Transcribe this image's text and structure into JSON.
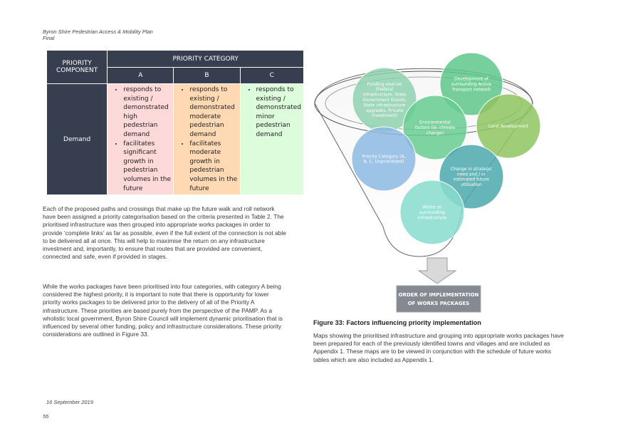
{
  "header": {
    "title": "Byron Shire Pedestrian Access & Mobility Plan",
    "subtitle": "Final"
  },
  "table": {
    "component_header": "PRIORITY COMPONENT",
    "category_header": "PRIORITY CATEGORY",
    "columns": [
      "A",
      "B",
      "C"
    ],
    "row_label": "Demand",
    "cells": {
      "A": [
        "responds to existing / demonstrated high pedestrian demand",
        "facilitates significant growth in pedestrian volumes in the future"
      ],
      "B": [
        "responds to existing / demonstrated moderate pedestrian demand",
        "facilitates moderate growth in pedestrian volumes in the future"
      ],
      "C": [
        "responds to existing / demonstrated minor pedestrian demand"
      ]
    },
    "colors": {
      "header": "#363e4f",
      "A": "#fdd9d9",
      "B": "#fed9b3",
      "C": "#dcfcdc"
    }
  },
  "body": {
    "p1": "Each of the proposed paths and crossings that make up the future walk and roll network have been assigned a priority categorisation based on the criteria presented in Table 2. The prioritised infrastructure was then grouped into appropriate works packages in order to provide ‘complete links’ as far as possible, even if the full extent of the connection is not able to be delivered all at once. This will help to maximise the return on any infrastructure investment and, importantly, to ensure that routes that are provided are convenient, connected and safe, even if provided in stages.",
    "p2": "While the works packages have been prioritised into four categories, with category A being considered the highest priority, it is important to note that there is opportunity for lower priority works packages to be delivered prior to the delivery of all of the Priority A infrastructure. These priorities are based purely from the perspective of the PAMP. As a wholistic local government, Byron Shire Council will implement dynamic prioritisation that is influenced by several other funding, policy and infrastructure considerations. These priority considerations are outlined in Figure 33.",
    "p3": "Maps showing the prioritised infrastructure and grouping into appropriate works packages have been prepared for each of the previously identified towns and villages and are included as Appendix 1. These maps are to be viewed in conjunction with the schedule of future works tables which are also included as Appendix 1."
  },
  "figure": {
    "caption": "Figure 33: Factors influencing priority implementation",
    "output_box": [
      "ORDER OF IMPLEMENTATION",
      "OF WORKS PACKAGES"
    ],
    "bubbles": [
      {
        "lines": [
          "Funding sources",
          "(Federal",
          "infrastructure, State",
          "Government Grants,",
          "State infrastructure",
          "upgrades, Private",
          "investment)"
        ],
        "color": "#8ed1ae"
      },
      {
        "lines": [
          "Development of",
          "surrounding Active",
          "Transport network"
        ],
        "color": "#5fc88a"
      },
      {
        "lines": [
          "Land development"
        ],
        "color": "#8ec460"
      },
      {
        "lines": [
          "Environmental",
          "factors (ie. climate",
          "change)"
        ],
        "color": "#66cc8f"
      },
      {
        "lines": [
          "Priority Category (A,",
          "B, C, Unprioritised)"
        ],
        "color": "#8cb8e2"
      },
      {
        "lines": [
          "Change in strategic",
          "need and / or",
          "estimated future",
          "utilisation"
        ],
        "color": "#4aa8ad"
      },
      {
        "lines": [
          "Works on",
          "surrounding",
          "infrastructure"
        ],
        "color": "#87dccc"
      }
    ]
  },
  "footer": {
    "date": "16 September 2019",
    "page": "55"
  }
}
